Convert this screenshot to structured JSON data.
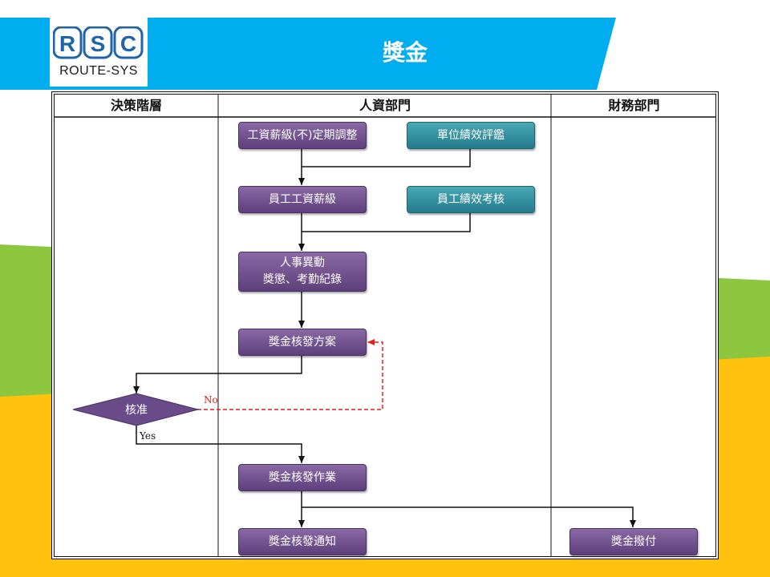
{
  "header": {
    "title": "獎金",
    "logo_mark": "RSC",
    "logo_text": "ROUTE-SYS"
  },
  "colors": {
    "header_blue": "#00aeef",
    "band_green": "#8dc63f",
    "band_yellow": "#ffc20e",
    "node_purple": "#6f5090",
    "node_teal": "#2f8fa0",
    "no_arrow_red": "#e02020"
  },
  "lanes": {
    "decision": "決策階層",
    "hr": "人資部門",
    "finance": "財務部門"
  },
  "nodes": {
    "wage_adjust": "工資薪級(不)定期調整",
    "unit_eval": "單位績效評鑑",
    "emp_wage": "員工工資薪級",
    "emp_eval": "員工績效考核",
    "personnel_1": "人事異動",
    "personnel_2": "獎懲、考勤紀錄",
    "bonus_plan": "獎金核發方案",
    "approve": "核准",
    "bonus_exec": "獎金核發作業",
    "bonus_notice": "獎金核發通知",
    "bonus_pay": "獎金撥付"
  },
  "edges": {
    "no_label": "No",
    "yes_label": "Yes"
  }
}
